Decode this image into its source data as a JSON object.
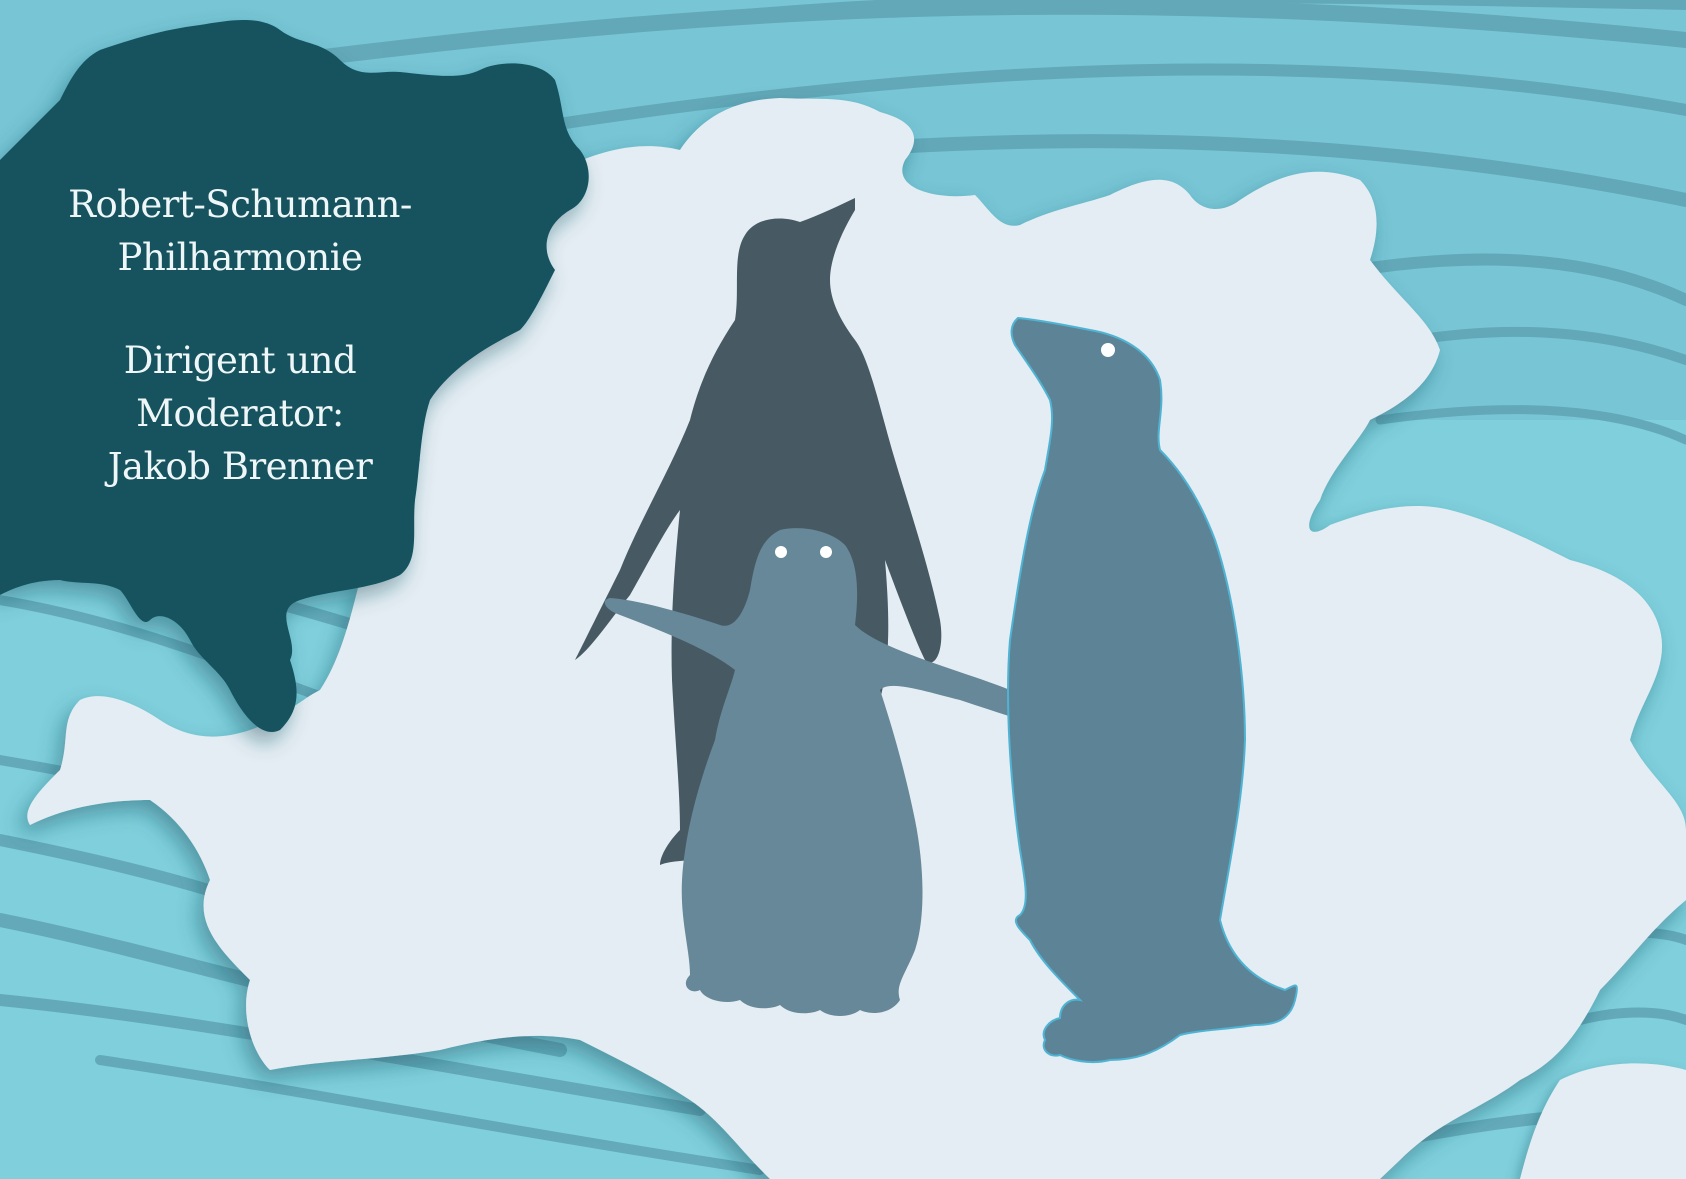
{
  "poster": {
    "orchestra_line_1": "Robert-Schumann-",
    "orchestra_line_2": "Philharmonie",
    "role_line_1": "Dirigent und",
    "role_line_2": "Moderator:",
    "conductor_name": "Jakob Brenner"
  },
  "colors": {
    "water": "#7fcfdc",
    "water_stripe": "#5fa9b8",
    "ice": "#e4edf3",
    "dark_blob": "#12535f",
    "penguin_dark": "#475a64",
    "penguin_blue": "#5d8496",
    "penguin_chick": "#668899",
    "text": "#eef6f7"
  },
  "illustration": {
    "subjects": [
      "adult-penguin-icon",
      "chick-penguin-icon",
      "blue-penguin-icon",
      "ice-floe-icon"
    ]
  }
}
